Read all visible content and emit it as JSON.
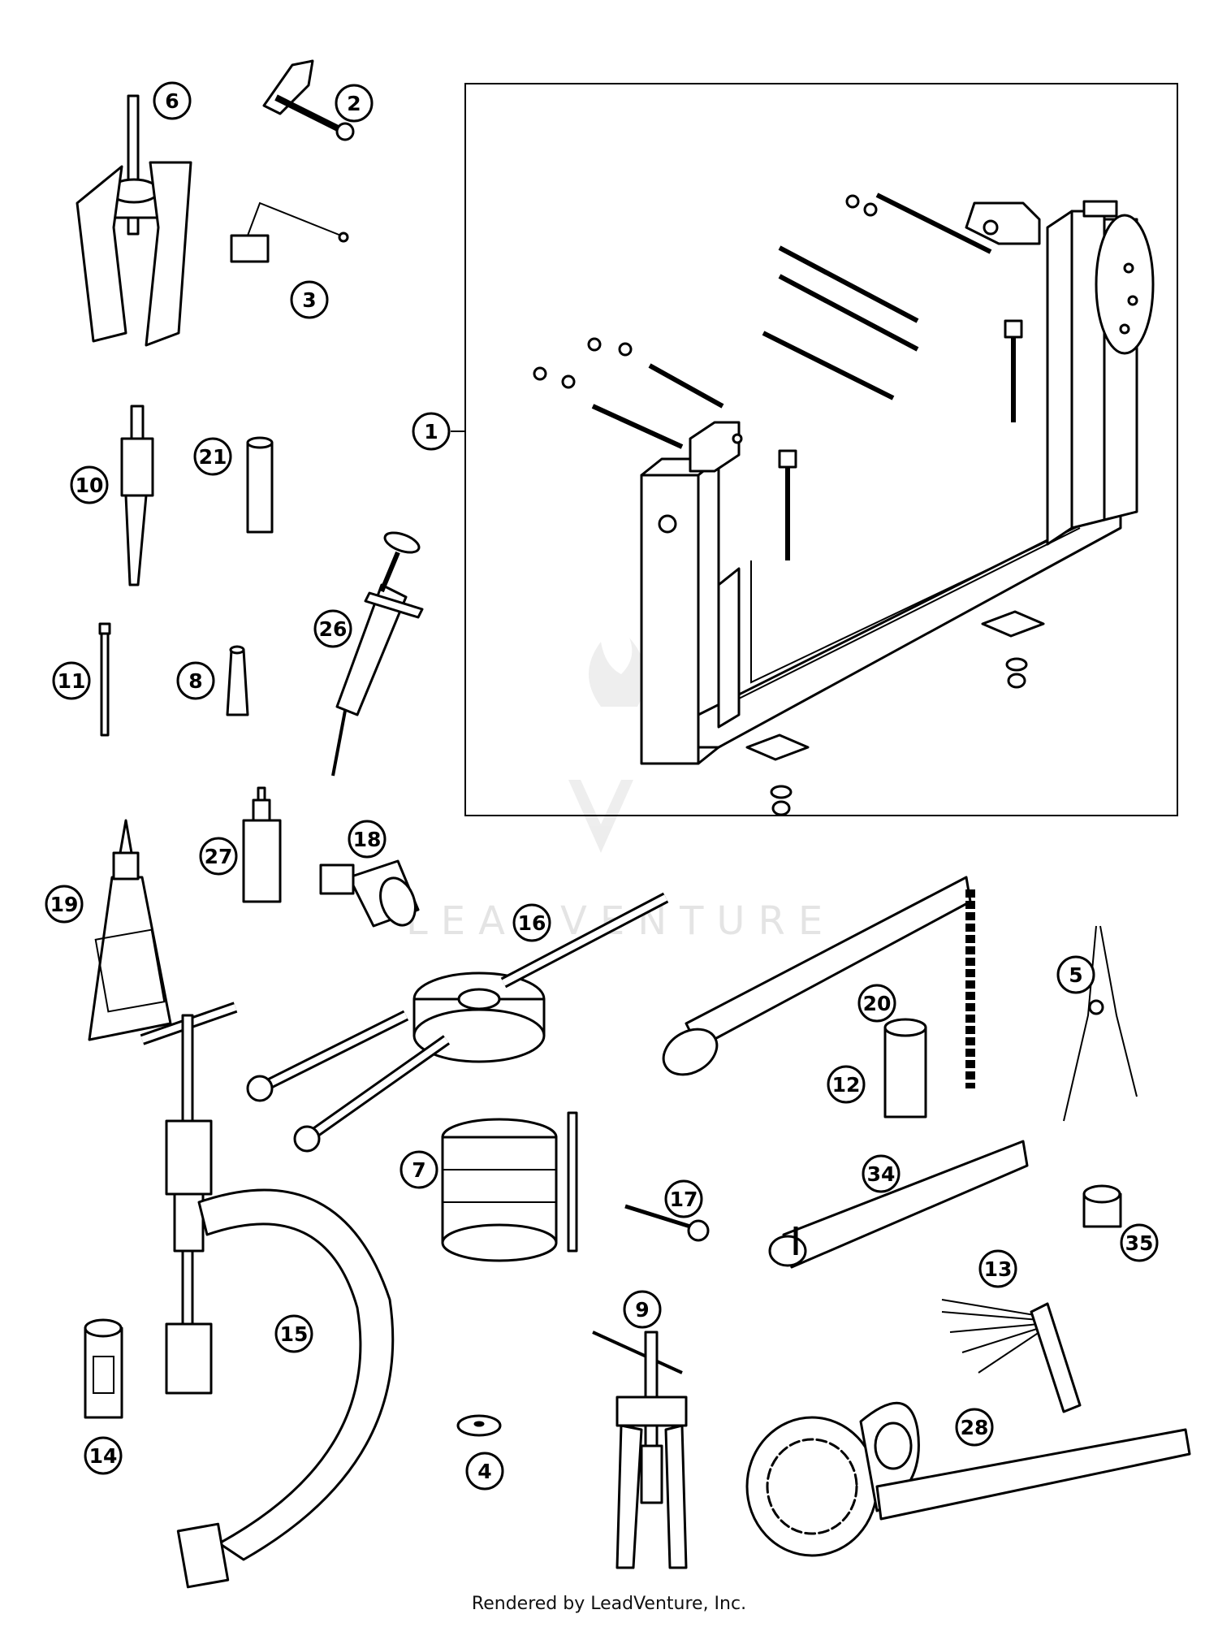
{
  "watermark": {
    "brand": "LEADVENTURE"
  },
  "footer": {
    "text": "Rendered by LeadVenture, Inc."
  },
  "callouts": [
    {
      "id": "c1",
      "label": "1",
      "name": "engine-stand"
    },
    {
      "id": "c2",
      "label": "2",
      "name": "pin-bracket"
    },
    {
      "id": "c3",
      "label": "3",
      "name": "holder-clip"
    },
    {
      "id": "c4",
      "label": "4",
      "name": "washer"
    },
    {
      "id": "c5",
      "label": "5",
      "name": "circlip-pliers"
    },
    {
      "id": "c6",
      "label": "6",
      "name": "jaw-puller"
    },
    {
      "id": "c7",
      "label": "7",
      "name": "piston-ring-compressor"
    },
    {
      "id": "c8",
      "label": "8",
      "name": "small-bottle"
    },
    {
      "id": "c9",
      "label": "9",
      "name": "small-puller"
    },
    {
      "id": "c10",
      "label": "10",
      "name": "slide-hammer"
    },
    {
      "id": "c11",
      "label": "11",
      "name": "pin-punch"
    },
    {
      "id": "c12",
      "label": "12",
      "name": "sleeve"
    },
    {
      "id": "c13",
      "label": "13",
      "name": "feeler-gauge"
    },
    {
      "id": "c14",
      "label": "14",
      "name": "adapter"
    },
    {
      "id": "c15",
      "label": "15",
      "name": "valve-spring-compressor"
    },
    {
      "id": "c16",
      "label": "16",
      "name": "flywheel-puller"
    },
    {
      "id": "c17",
      "label": "17",
      "name": "small-screw"
    },
    {
      "id": "c18",
      "label": "18",
      "name": "socket-tool"
    },
    {
      "id": "c19",
      "label": "19",
      "name": "threadlocker-tube"
    },
    {
      "id": "c20",
      "label": "20",
      "name": "chain-wrench"
    },
    {
      "id": "c21",
      "label": "21",
      "name": "spacer"
    },
    {
      "id": "c26",
      "label": "26",
      "name": "grease-syringe"
    },
    {
      "id": "c27",
      "label": "27",
      "name": "oil-bottle"
    },
    {
      "id": "c28",
      "label": "28",
      "name": "holding-wrench"
    },
    {
      "id": "c34",
      "label": "34",
      "name": "pin-spanner"
    },
    {
      "id": "c35",
      "label": "35",
      "name": "nut"
    }
  ]
}
